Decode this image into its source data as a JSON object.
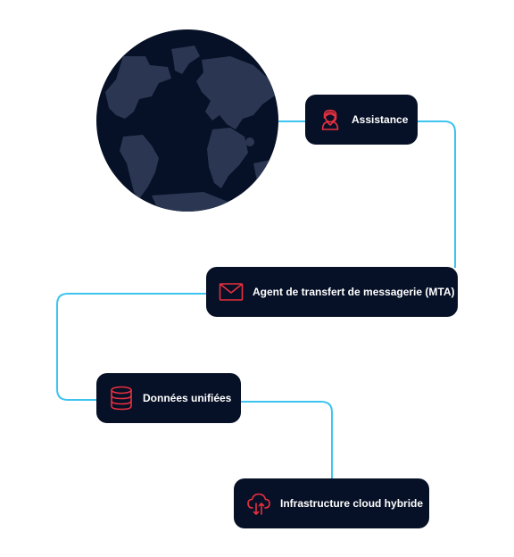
{
  "nodes": {
    "assistance": {
      "label": "Assistance",
      "icon": "support-agent-icon"
    },
    "mta": {
      "label": "Agent de transfert de messagerie (MTA)",
      "icon": "envelope-icon"
    },
    "data": {
      "label": "Données unifiées",
      "icon": "database-icon"
    },
    "cloud": {
      "label": "Infrastructure cloud hybride",
      "icon": "cloud-sync-icon"
    }
  },
  "colors": {
    "node_background": "#061026",
    "icon_accent": "#e8303f",
    "connector": "#3dc4ef",
    "globe_ocean": "#061026",
    "globe_land": "#2b3752"
  }
}
